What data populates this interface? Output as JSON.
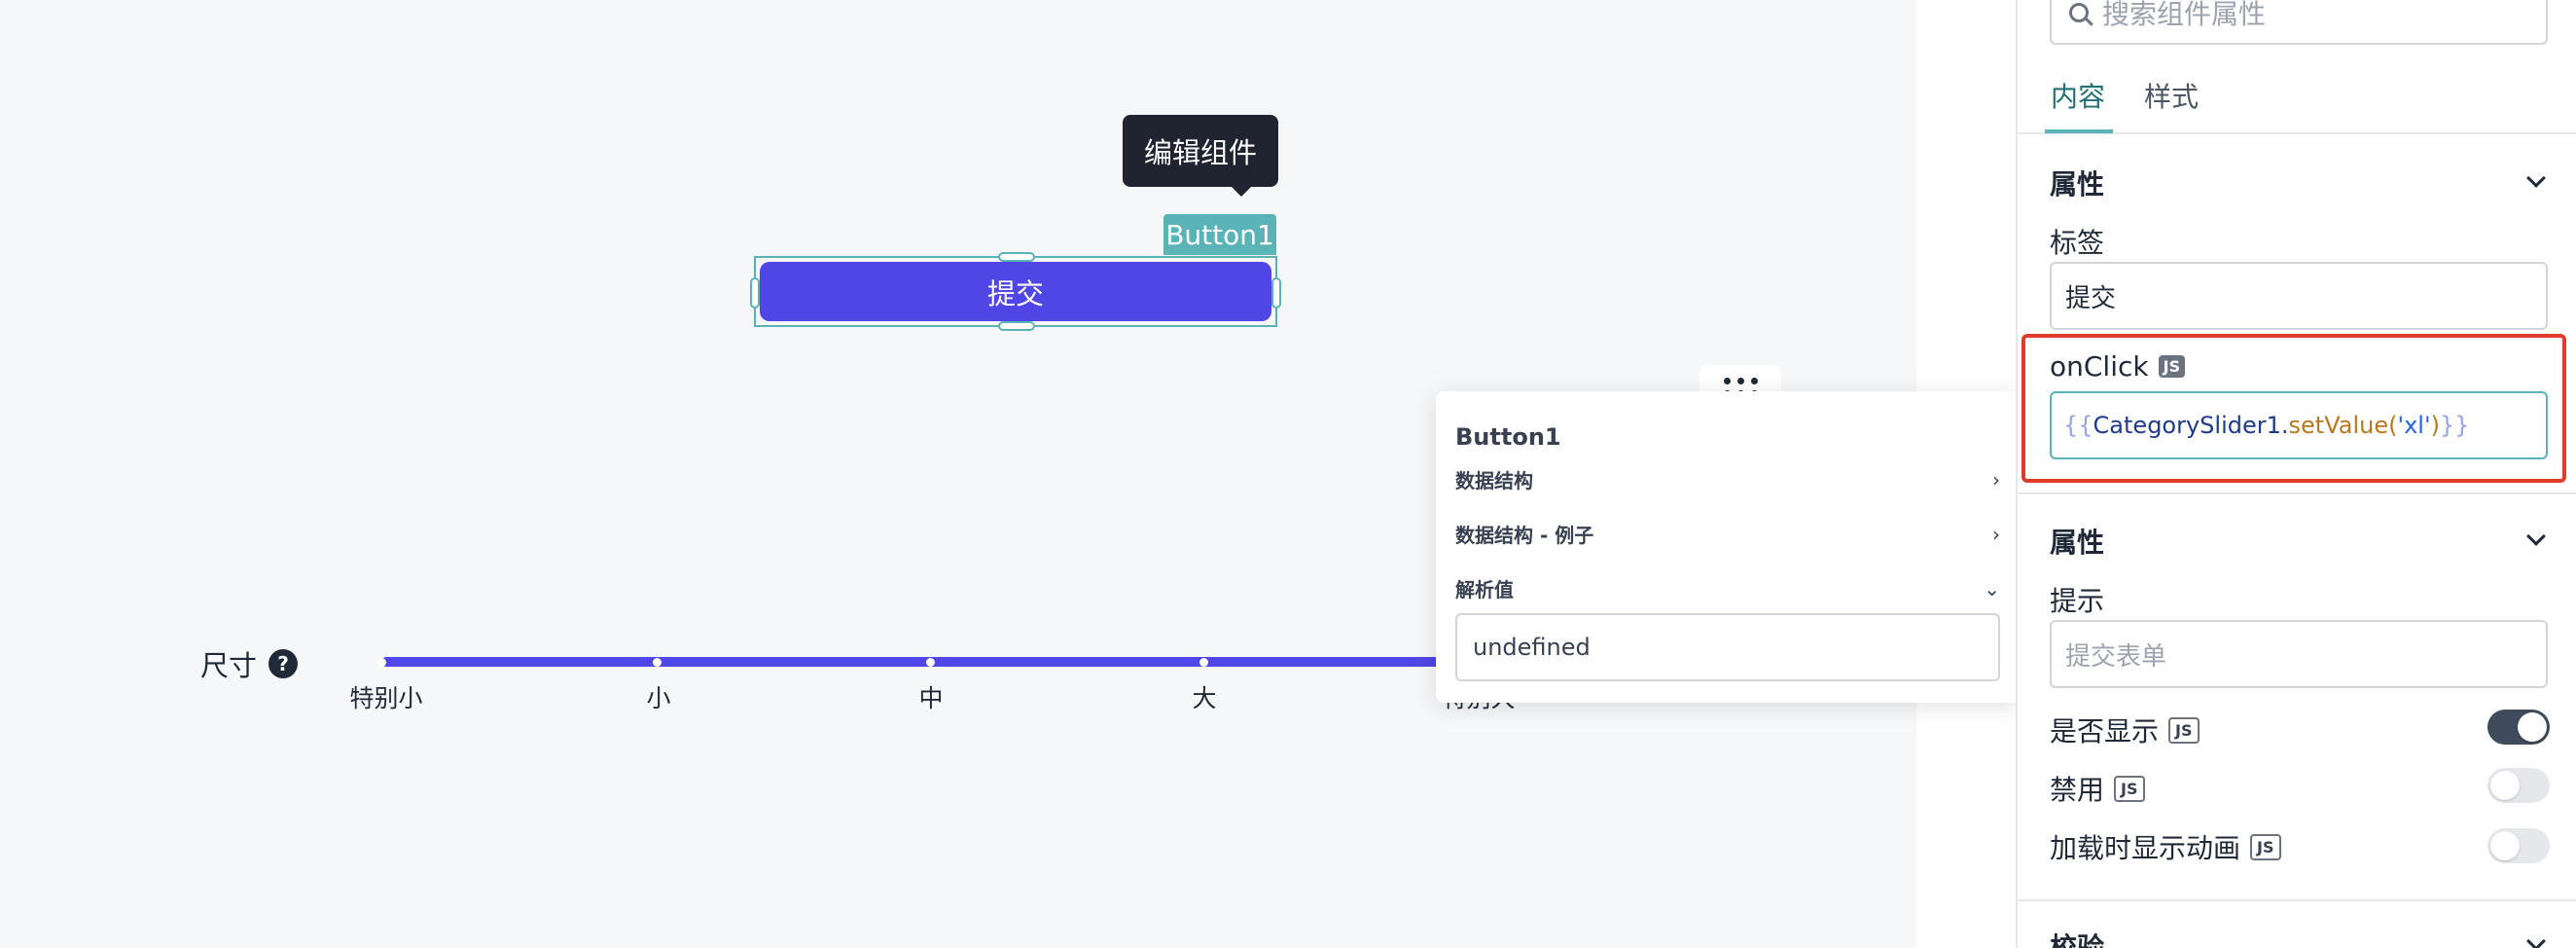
{
  "canvas": {
    "tooltip": "编辑组件",
    "component_tag": "Button1",
    "button_label": "提交",
    "slider": {
      "label": "尺寸",
      "help": "?",
      "ticks": [
        "特别小",
        "小",
        "中",
        "大",
        "特别大"
      ],
      "last_tick_visible": "特别大"
    }
  },
  "inspector_popup": {
    "title": "Button1",
    "rows": [
      {
        "label": "数据结构",
        "state": "collapsed"
      },
      {
        "label": "数据结构 - 例子",
        "state": "collapsed"
      },
      {
        "label": "解析值",
        "state": "expanded"
      }
    ],
    "value": "undefined"
  },
  "panel": {
    "search_placeholder": "搜索组件属性",
    "tabs": [
      "内容",
      "样式"
    ],
    "active_tab": "内容",
    "section1_title": "属性",
    "label_field_label": "标签",
    "label_field_value": "提交",
    "onclick_label": "onClick",
    "js_badge": "JS",
    "onclick_code": {
      "open": "{{",
      "object": "CategorySlider1",
      "dot": ".",
      "method": "setValue",
      "paren_open": "(",
      "arg": "'xl'",
      "paren_close": ")",
      "close": "}}"
    },
    "section2_title": "属性",
    "tooltip_label": "提示",
    "tooltip_placeholder": "提交表单",
    "visible_label": "是否显示",
    "visible_on": true,
    "disabled_label": "禁用",
    "disabled_on": false,
    "anim_label": "加载时显示动画",
    "anim_on": false,
    "section3_title": "校验"
  },
  "colors": {
    "accent": "#4f46e5",
    "selection": "#5ab3b6",
    "highlight": "#e03b2b"
  }
}
